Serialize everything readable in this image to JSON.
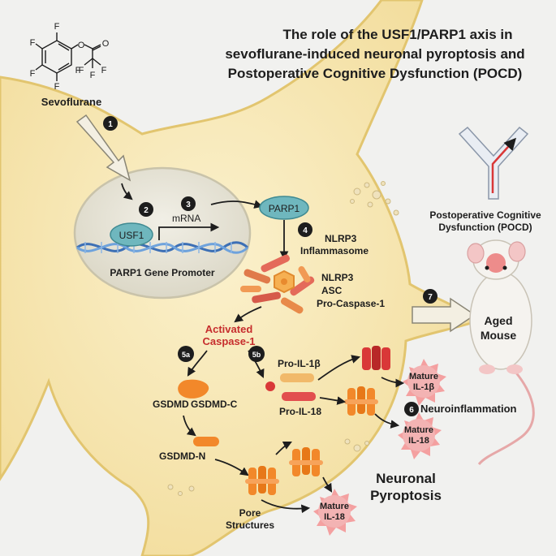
{
  "title": {
    "line1": "The role of the USF1/PARP1 axis in",
    "line2": "sevoflurane-induced neuronal pyroptosis and",
    "line3": "Postoperative Cognitive Dysfunction (POCD)"
  },
  "molecule": {
    "atoms": [
      "F",
      "F",
      "F",
      "F",
      "F",
      "O",
      "O",
      "F",
      "F",
      "F"
    ],
    "name": "Sevoflurane"
  },
  "steps": [
    "1",
    "2",
    "3",
    "4",
    "5a",
    "5b",
    "6",
    "7"
  ],
  "nucleus": {
    "tf": "USF1",
    "mrna": "mRNA",
    "promoter": "PARP1 Gene Promoter"
  },
  "parp1": "PARP1",
  "inflammasome": {
    "title1": "NLRP3",
    "title2": "Inflammasome",
    "comp1": "NLRP3",
    "comp2": "ASC",
    "comp3": "Pro-Caspase-1"
  },
  "caspase": {
    "line1": "Activated",
    "line2": "Caspase-1"
  },
  "gsdmd": {
    "full": "GSDMD",
    "c": "GSDMD-C",
    "n": "GSDMD-N",
    "pores1": "Pore",
    "pores2": "Structures"
  },
  "cytokines": {
    "pro_il1b": "Pro-IL-1β",
    "pro_il18": "Pro-IL-18",
    "mature_il1b_1": "Mature",
    "mature_il1b_2": "IL-1β",
    "mature_il18_1": "Mature",
    "mature_il18_2": "IL-18",
    "mature_il18b_1": "Mature",
    "mature_il18b_2": "IL-18"
  },
  "neuroinflammation": "Neuroinflammation",
  "pyroptosis": {
    "line1": "Neuronal",
    "line2": "Pyroptosis"
  },
  "pocd": {
    "line1": "Postoperative Cognitive",
    "line2": "Dysfunction (POCD)"
  },
  "mouse": {
    "line1": "Aged",
    "line2": "Mouse"
  },
  "colors": {
    "cell_fill": "#f6e7b2",
    "cell_stroke": "#e4c877",
    "nucleus_fill": "#e7e4d6",
    "usf1": "#6fb7be",
    "parp1": "#6fb7be",
    "caspase_text": "#c62d2d",
    "gsdmd": "#f2882a",
    "mature_burst": "#f4a0a0",
    "receptor": "#d93838",
    "dna_blue": "#3c6fb5"
  }
}
